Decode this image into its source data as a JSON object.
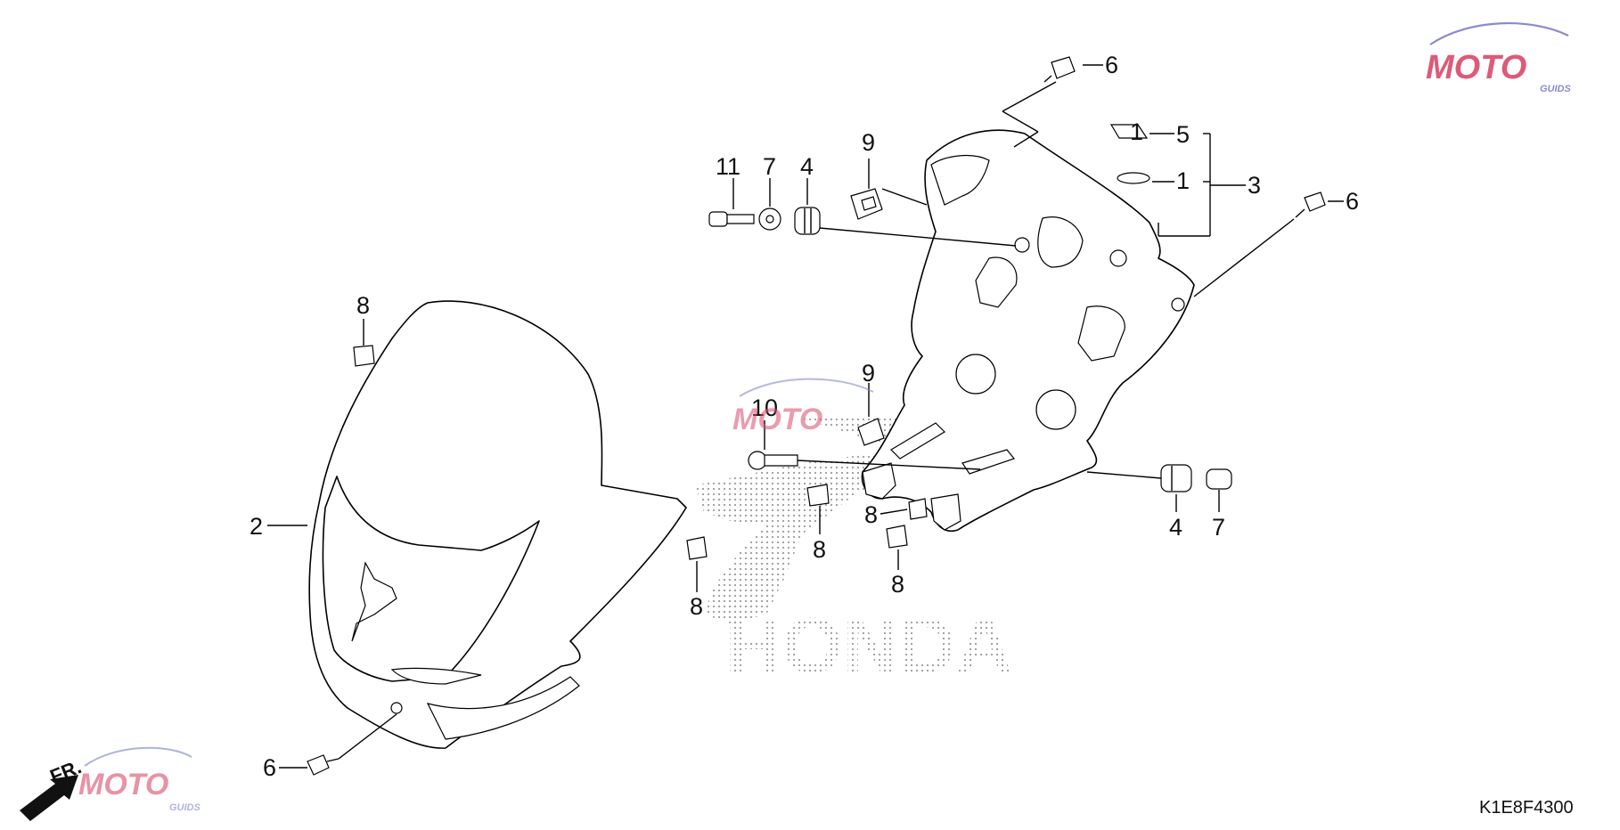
{
  "diagram_code": "K1E8F4300",
  "front_label": "FR.",
  "brand_watermark": "HONDA",
  "site_logo": {
    "word": "MOTO",
    "sub": "GUIDS",
    "color": "#d94a6a",
    "accent": "#7d7fc8"
  },
  "callouts": [
    {
      "id": "c1",
      "text": "1"
    },
    {
      "id": "c2",
      "text": "2"
    },
    {
      "id": "c3",
      "text": "3"
    },
    {
      "id": "c4a",
      "text": "4"
    },
    {
      "id": "c4b",
      "text": "4"
    },
    {
      "id": "c5",
      "text": "5"
    },
    {
      "id": "c6a",
      "text": "6"
    },
    {
      "id": "c6b",
      "text": "6"
    },
    {
      "id": "c6c",
      "text": "6"
    },
    {
      "id": "c7a",
      "text": "7"
    },
    {
      "id": "c7b",
      "text": "7"
    },
    {
      "id": "c8a",
      "text": "8"
    },
    {
      "id": "c8b",
      "text": "8"
    },
    {
      "id": "c8c",
      "text": "8"
    },
    {
      "id": "c8d",
      "text": "8"
    },
    {
      "id": "c8e",
      "text": "8"
    },
    {
      "id": "c9a",
      "text": "9"
    },
    {
      "id": "c9b",
      "text": "9"
    },
    {
      "id": "c10",
      "text": "10"
    },
    {
      "id": "c11",
      "text": "11"
    }
  ]
}
